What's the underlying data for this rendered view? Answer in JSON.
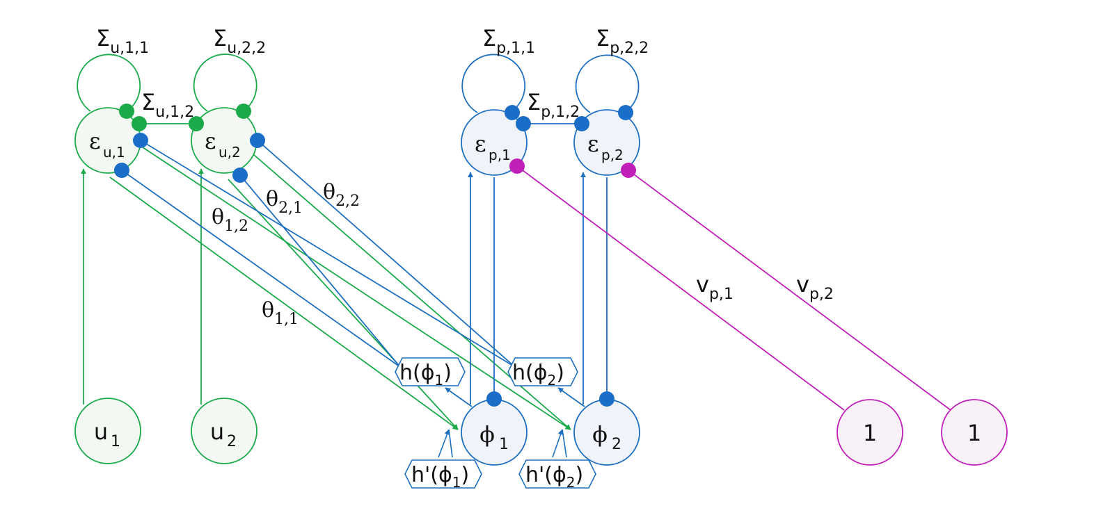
{
  "colors": {
    "green": "#1aaa4a",
    "blue": "#1e6fc0",
    "blue_dot": "#1a6ec8",
    "magenta": "#c020b8",
    "green_fill": "#f4f8f2",
    "blue_fill": "#f1f3fb",
    "magenta_fill": "#f8f1f8"
  },
  "nodes": {
    "u1": {
      "main": "u",
      "sub": "1"
    },
    "u2": {
      "main": "u",
      "sub": "2"
    },
    "eu1": {
      "main": "ε",
      "sub": "u,1"
    },
    "eu2": {
      "main": "ε",
      "sub": "u,2"
    },
    "ep1": {
      "main": "ε",
      "sub": "p,1"
    },
    "ep2": {
      "main": "ε",
      "sub": "p,2"
    },
    "phi1": {
      "main": "ϕ",
      "sub": "1"
    },
    "phi2": {
      "main": "ϕ",
      "sub": "2"
    },
    "one1": {
      "main": "1"
    },
    "one2": {
      "main": "1"
    }
  },
  "hex_labels": {
    "h1": {
      "pre": "h(ϕ",
      "sub": "1",
      "post": ")"
    },
    "h2": {
      "pre": "h(ϕ",
      "sub": "2",
      "post": ")"
    },
    "hp1": {
      "pre": "h'(ϕ",
      "sub": "1",
      "post": ")"
    },
    "hp2": {
      "pre": "h'(ϕ",
      "sub": "2",
      "post": ")"
    }
  },
  "edge_labels": {
    "su11": {
      "main": "Σ",
      "sub": "u,1,1"
    },
    "su22": {
      "main": "Σ",
      "sub": "u,2,2"
    },
    "su12": {
      "main": "Σ",
      "sub": "u,1,2"
    },
    "sp11": {
      "main": "Σ",
      "sub": "p,1,1"
    },
    "sp22": {
      "main": "Σ",
      "sub": "p,2,2"
    },
    "sp12": {
      "main": "Σ",
      "sub": "p,1,2"
    },
    "t11": {
      "main": "θ",
      "sub": "1,1"
    },
    "t12": {
      "main": "θ",
      "sub": "1,2"
    },
    "t21": {
      "main": "θ",
      "sub": "2,1"
    },
    "t22": {
      "main": "θ",
      "sub": "2,2"
    },
    "vp1": {
      "main": "v",
      "sub": "p,1"
    },
    "vp2": {
      "main": "v",
      "sub": "p,2"
    }
  }
}
